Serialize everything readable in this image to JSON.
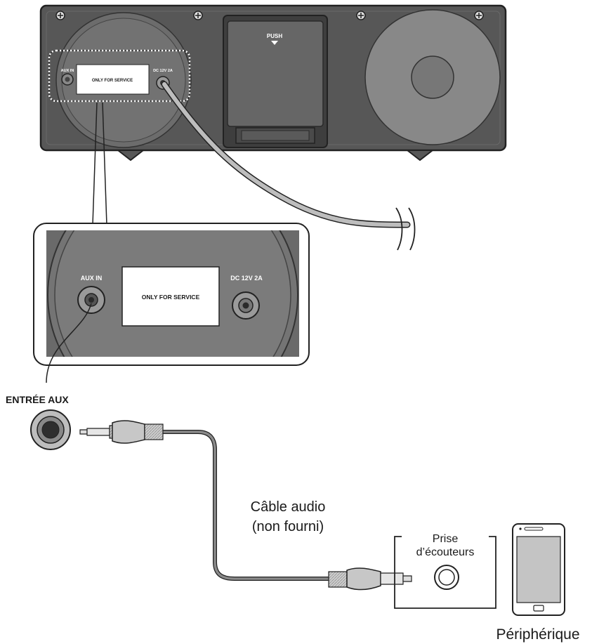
{
  "top_panel": {
    "push_label": "PUSH",
    "aux_in_small": "AUX IN",
    "service_small": "ONLY FOR SERVICE",
    "dc_small": "DC 12V 2A"
  },
  "detail_panel": {
    "aux_in": "AUX IN",
    "service": "ONLY FOR SERVICE",
    "dc": "DC 12V 2A"
  },
  "callouts": {
    "entree_aux": "ENTRÉE AUX",
    "cable_line1": "Câble audio",
    "cable_line2": "(non fourni)",
    "prise_line1": "Prise",
    "prise_line2": "d’écouteurs",
    "peripherique": "Périphérique"
  },
  "colors": {
    "panel_dark": "#555555",
    "panel_mid": "#7a7a7a",
    "cable_gray": "#8a8a8a",
    "outline": "#222222"
  }
}
